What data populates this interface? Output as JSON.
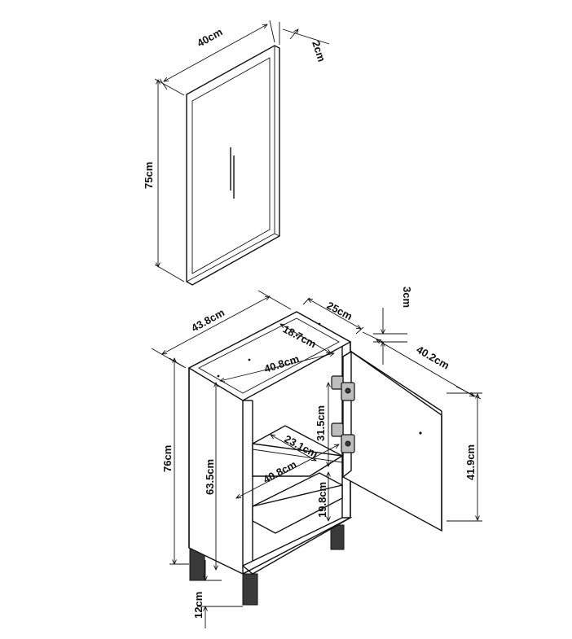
{
  "mirror": {
    "width_label": "40cm",
    "depth_label": "2cm",
    "height_label": "75cm"
  },
  "cabinet": {
    "width_label": "43.8cm",
    "depth_label": "25cm",
    "height_label": "76cm",
    "side_height_label": "63.5cm",
    "top_depth_label": "18.7cm",
    "top_width_label": "40.8cm",
    "shelf_depth_label": "23.1cm",
    "shelf_width_label": "40.8cm",
    "opening_height_label": "31.5cm",
    "lower_height_label": "19.8cm",
    "leg_height_label": "12cm"
  },
  "door": {
    "thickness_label": "3cm",
    "width_label": "40.2cm",
    "height_label": "41.9cm"
  }
}
